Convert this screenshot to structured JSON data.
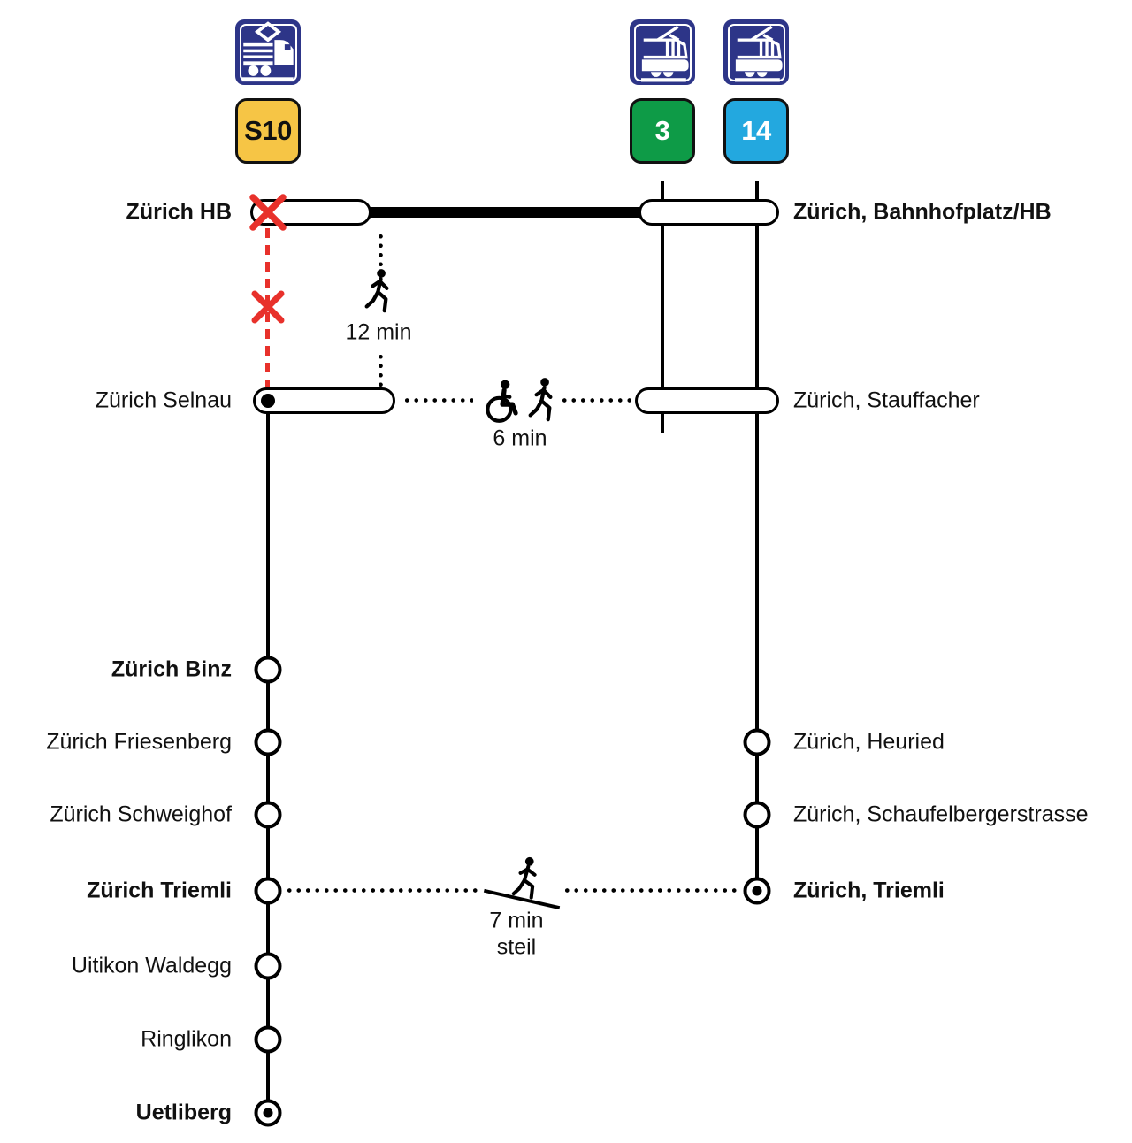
{
  "legend": {
    "s10": {
      "badge": "S10",
      "color": "#F6C545",
      "text_color": "#111111"
    },
    "tram3": {
      "badge": "3",
      "color": "#0E9B47",
      "text_color": "#ffffff"
    },
    "tram14": {
      "badge": "14",
      "color": "#23A8DF",
      "text_color": "#ffffff"
    }
  },
  "rail_stations": [
    {
      "name": "Zürich HB"
    },
    {
      "name": "Zürich Selnau"
    },
    {
      "name": "Zürich Binz"
    },
    {
      "name": "Zürich Friesenberg"
    },
    {
      "name": "Zürich Schweighof"
    },
    {
      "name": "Zürich Triemli"
    },
    {
      "name": "Uitikon Waldegg"
    },
    {
      "name": "Ringlikon"
    },
    {
      "name": "Uetliberg"
    }
  ],
  "tram_stations": [
    {
      "name": "Zürich, Bahnhofplatz/HB"
    },
    {
      "name": "Zürich, Stauffacher"
    },
    {
      "name": "Zürich, Heuried"
    },
    {
      "name": "Zürich, Schaufelbergerstrasse"
    },
    {
      "name": "Zürich, Triemli"
    }
  ],
  "transfers": {
    "hb_selnau": {
      "duration": "12 min"
    },
    "selnau_stauffacher": {
      "duration": "6 min"
    },
    "triemli": {
      "duration": "7 min",
      "note": "steil"
    }
  },
  "colors": {
    "disruption": "#E8312B",
    "line": "#000000",
    "icon_background": "#2D3588"
  }
}
